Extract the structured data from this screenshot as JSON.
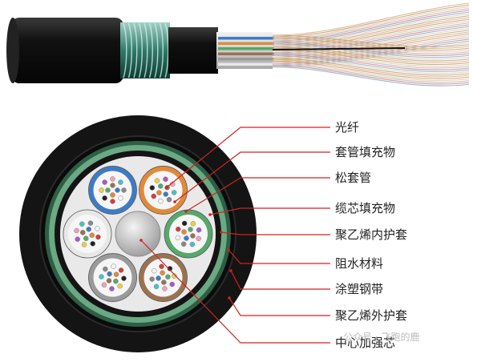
{
  "labels": [
    {
      "key": "fiber",
      "text": "光纤"
    },
    {
      "key": "tube-filler",
      "text": "套管填充物"
    },
    {
      "key": "loose-tube",
      "text": "松套管"
    },
    {
      "key": "core-filler",
      "text": "缆芯填充物"
    },
    {
      "key": "inner-sheath",
      "text": "聚乙烯内护套"
    },
    {
      "key": "water-block",
      "text": "阻水材料"
    },
    {
      "key": "steel-tape",
      "text": "涂塑钢带"
    },
    {
      "key": "outer-sheath",
      "text": "聚乙烯外护套"
    },
    {
      "key": "strength-member",
      "text": "中心加强芯"
    }
  ],
  "watermark": "公众号 · 飞跑的鹿",
  "colors": {
    "leader_line": "#d2221c",
    "sheath": "#141414",
    "inner_ring": "#66a57d",
    "tube_blue": "#3d7cc4",
    "tube_orange": "#e28a3a",
    "tube_green": "#57a86b",
    "tube_white": "#e8e8e8",
    "tube_gray": "#9a9a9a",
    "tube_brown": "#9b7250",
    "strength_member": "#c9c9c9"
  }
}
